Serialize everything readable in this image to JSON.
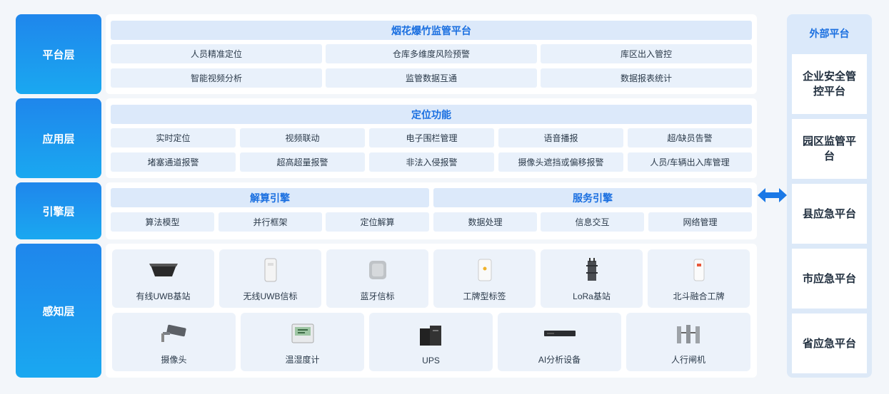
{
  "layers": {
    "platform": "平台层",
    "application": "应用层",
    "engine": "引擎层",
    "perception": "感知层"
  },
  "platform": {
    "title": "烟花爆竹监管平台",
    "items": [
      "人员精准定位",
      "仓库多维度风险预警",
      "库区出入管控",
      "智能视频分析",
      "监管数据互通",
      "数据报表统计"
    ]
  },
  "application": {
    "title": "定位功能",
    "items": [
      "实时定位",
      "视频联动",
      "电子围栏管理",
      "语音播报",
      "超/缺员告警",
      "堵塞通道报警",
      "超高超量报警",
      "非法入侵报警",
      "摄像头遮挡或偏移报警",
      "人员/车辆出入库管理"
    ]
  },
  "engine": {
    "left_title": "解算引擎",
    "right_title": "服务引擎",
    "items": [
      "算法模型",
      "并行框架",
      "定位解算",
      "数据处理",
      "信息交互",
      "网络管理"
    ]
  },
  "perception": {
    "row1": [
      {
        "label": "有线UWB基站",
        "icon": "uwb-base-station-icon"
      },
      {
        "label": "无线UWB信标",
        "icon": "uwb-beacon-icon"
      },
      {
        "label": "蓝牙信标",
        "icon": "bluetooth-beacon-icon"
      },
      {
        "label": "工牌型标签",
        "icon": "badge-tag-icon"
      },
      {
        "label": "LoRa基站",
        "icon": "lora-base-station-icon"
      },
      {
        "label": "北斗融合工牌",
        "icon": "beidou-badge-icon"
      }
    ],
    "row2": [
      {
        "label": "摄像头",
        "icon": "camera-icon"
      },
      {
        "label": "温湿度计",
        "icon": "hygrometer-icon"
      },
      {
        "label": "UPS",
        "icon": "ups-icon"
      },
      {
        "label": "AI分析设备",
        "icon": "ai-device-icon"
      },
      {
        "label": "人行闸机",
        "icon": "turnstile-icon"
      }
    ]
  },
  "external": {
    "title": "外部平台",
    "items": [
      "企业安全管控平台",
      "园区监管平台",
      "县应急平台",
      "市应急平台",
      "省应急平台"
    ]
  },
  "colors": {
    "accent": "#1a6fe0",
    "label_gradient_top": "#1f86ec",
    "label_gradient_bottom": "#1aa8f0",
    "cell_bg": "#e9f1fb",
    "title_bg": "#dce9fa"
  }
}
